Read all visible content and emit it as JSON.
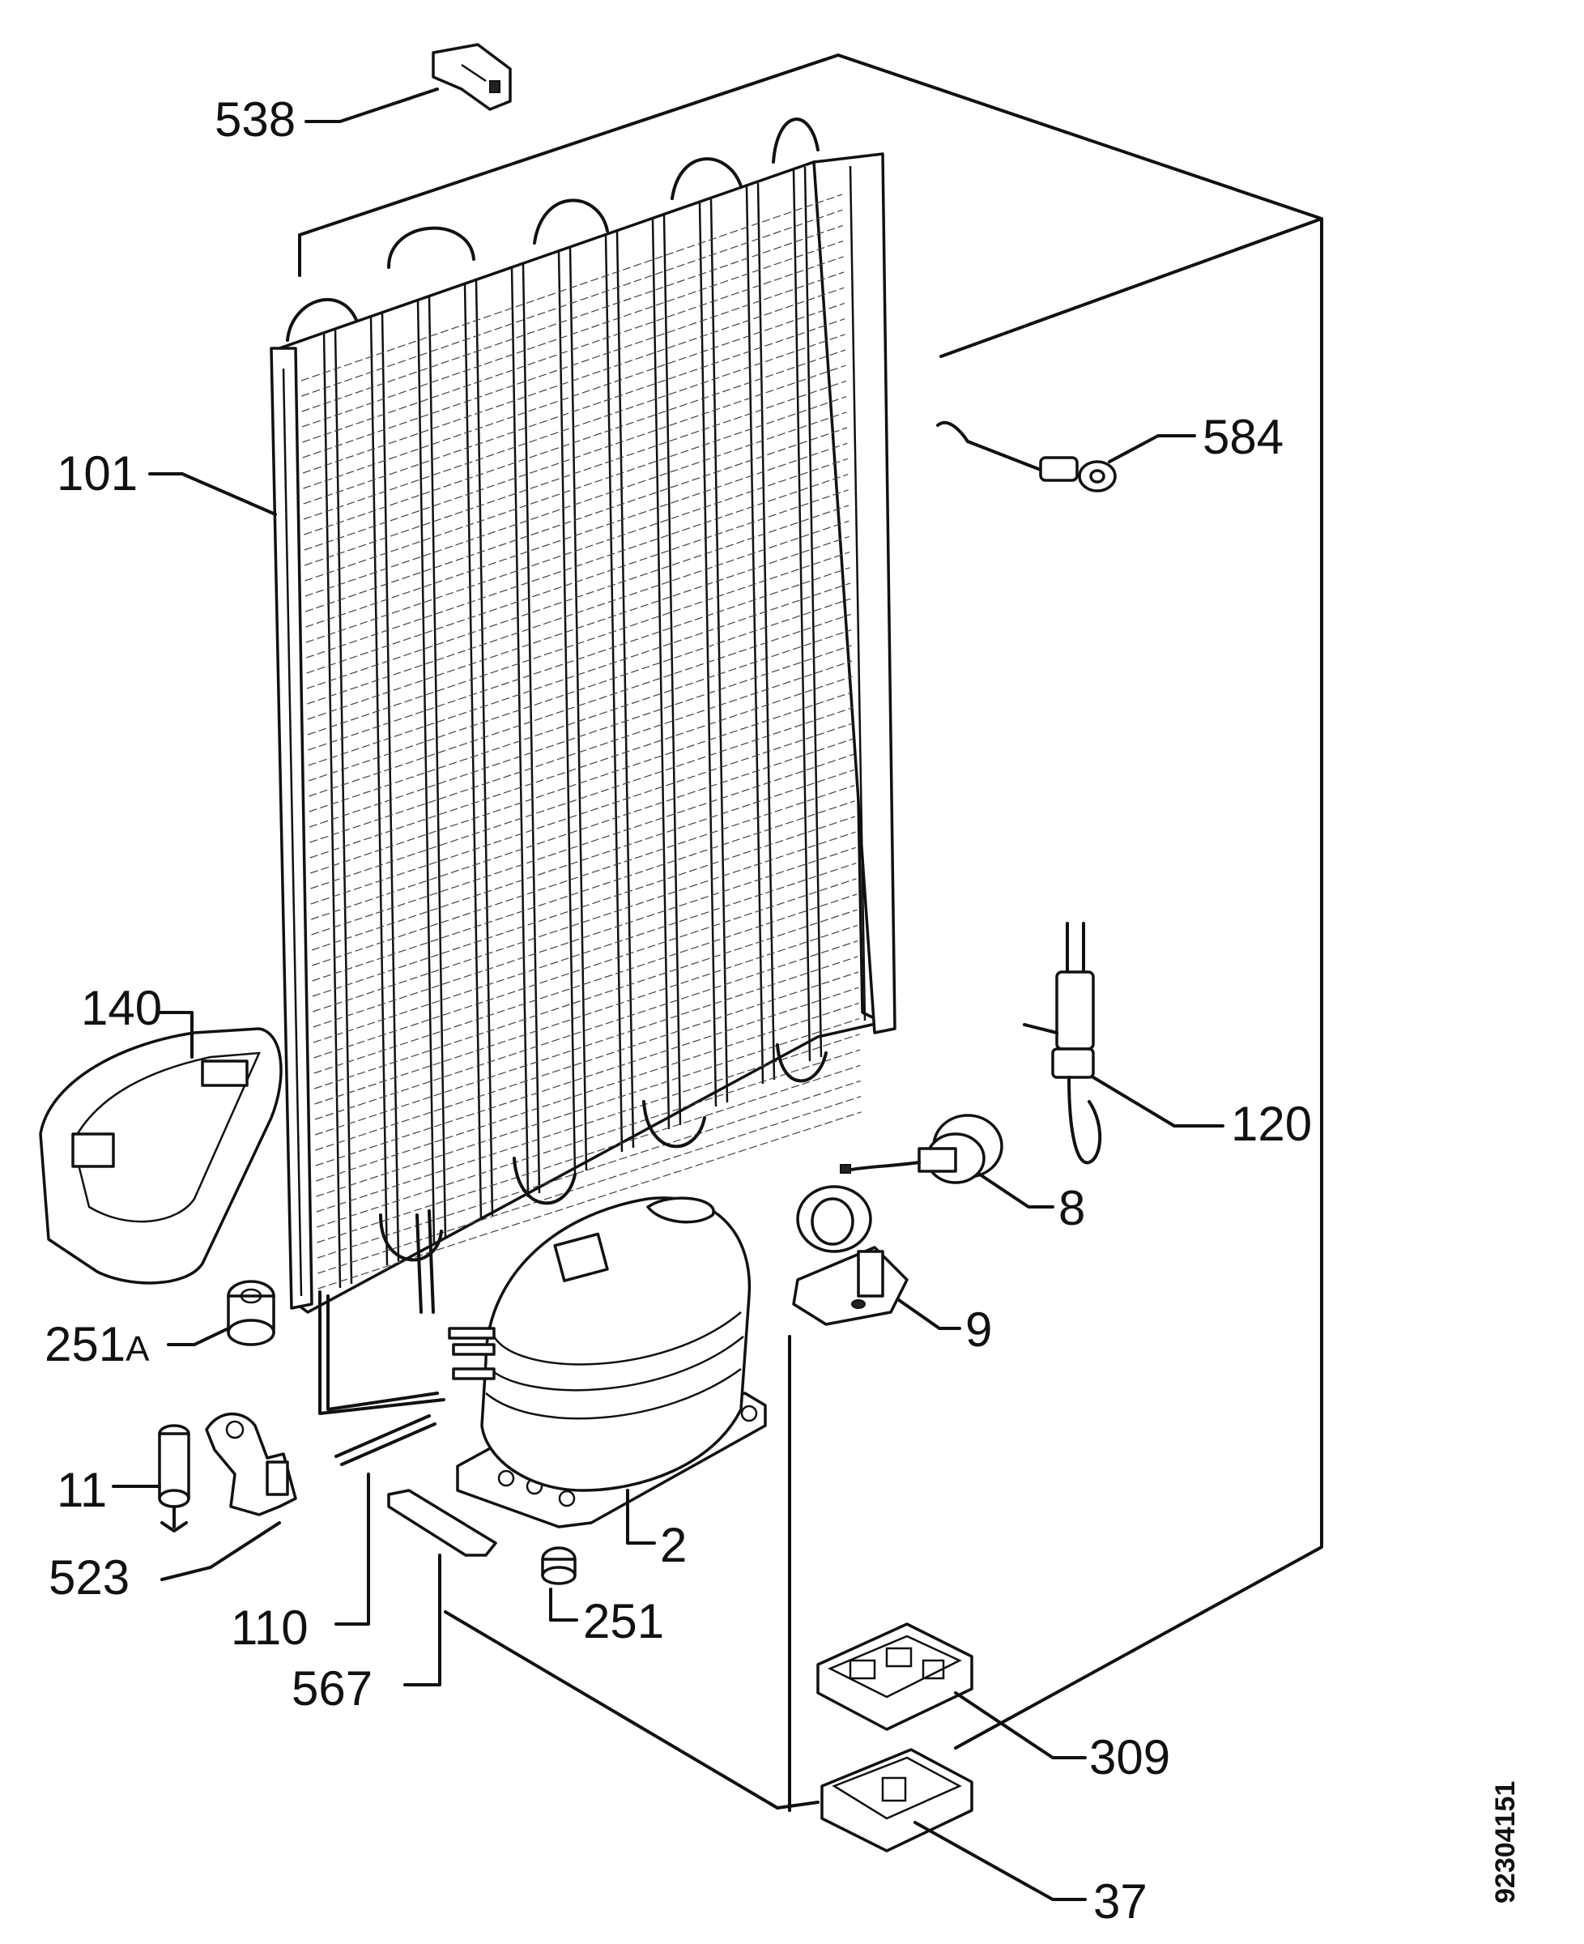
{
  "labels": {
    "p538": "538",
    "p101": "101",
    "p584": "584",
    "p140": "140",
    "p120": "120",
    "p8": "8",
    "p9": "9",
    "p251a_num": "251",
    "p251a_suffix": "A",
    "p11": "11",
    "p523": "523",
    "p2": "2",
    "p110": "110",
    "p251": "251",
    "p567": "567",
    "p309": "309",
    "p37": "37"
  },
  "document_id": "92304151"
}
